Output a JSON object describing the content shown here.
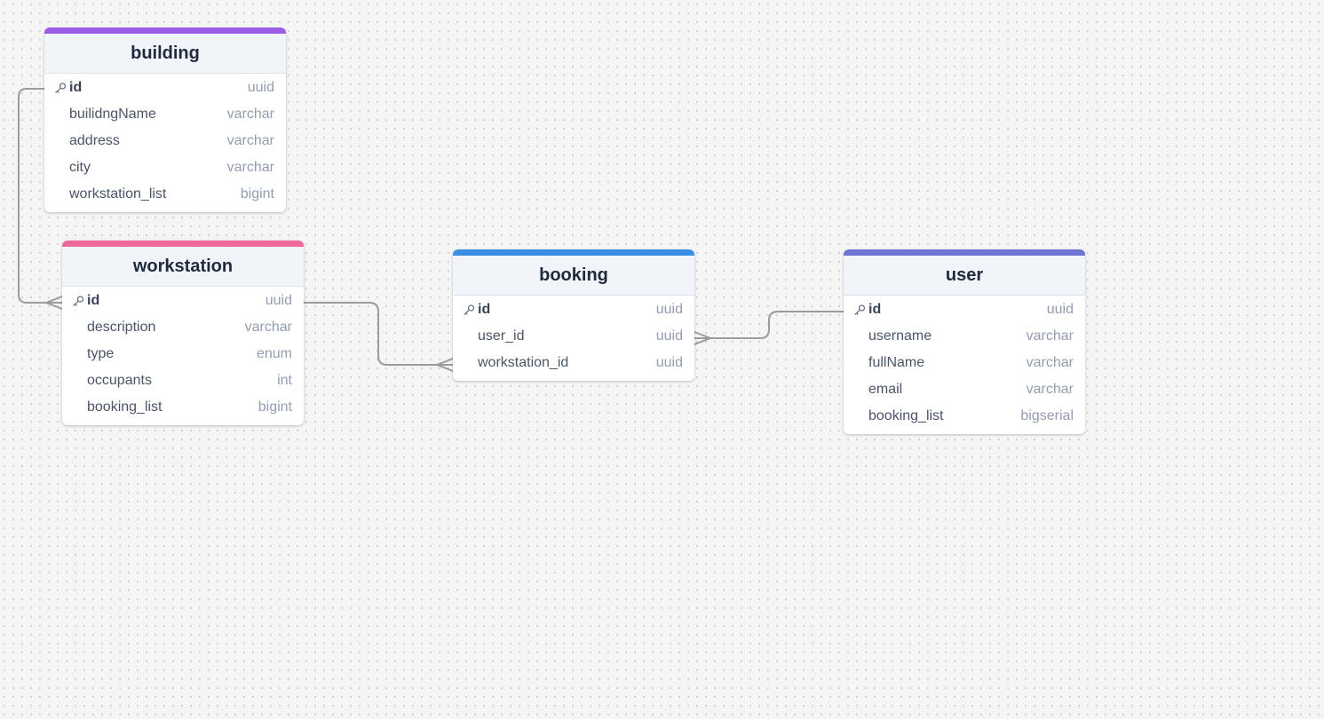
{
  "tables": [
    {
      "name": "building",
      "accent": "#9b5de5",
      "fields": [
        {
          "name": "id",
          "type": "uuid",
          "pk": true
        },
        {
          "name": "builidngName",
          "type": "varchar"
        },
        {
          "name": "address",
          "type": "varchar"
        },
        {
          "name": "city",
          "type": "varchar"
        },
        {
          "name": "workstation_list",
          "type": "bigint"
        }
      ]
    },
    {
      "name": "workstation",
      "accent": "#ef6a9a",
      "fields": [
        {
          "name": "id",
          "type": "uuid",
          "pk": true
        },
        {
          "name": "description",
          "type": "varchar"
        },
        {
          "name": "type",
          "type": "enum"
        },
        {
          "name": "occupants",
          "type": "int"
        },
        {
          "name": "booking_list",
          "type": "bigint"
        }
      ]
    },
    {
      "name": "booking",
      "accent": "#3b8fe0",
      "fields": [
        {
          "name": "id",
          "type": "uuid",
          "pk": true
        },
        {
          "name": "user_id",
          "type": "uuid"
        },
        {
          "name": "workstation_id",
          "type": "uuid"
        }
      ]
    },
    {
      "name": "user",
      "accent": "#6f73d2",
      "fields": [
        {
          "name": "id",
          "type": "uuid",
          "pk": true
        },
        {
          "name": "username",
          "type": "varchar"
        },
        {
          "name": "fullName",
          "type": "varchar"
        },
        {
          "name": "email",
          "type": "varchar"
        },
        {
          "name": "booking_list",
          "type": "bigserial"
        }
      ]
    }
  ],
  "relationships": [
    {
      "from": "building.id",
      "to": "workstation.id",
      "to_end": "many"
    },
    {
      "from": "workstation.id",
      "to": "booking.workstation_id",
      "to_end": "many"
    },
    {
      "from": "user.id",
      "to": "booking.user_id",
      "to_end": "many"
    }
  ],
  "icons": {
    "primary_key": "key-icon"
  },
  "colors": {
    "connector": "#9b9b9b"
  }
}
